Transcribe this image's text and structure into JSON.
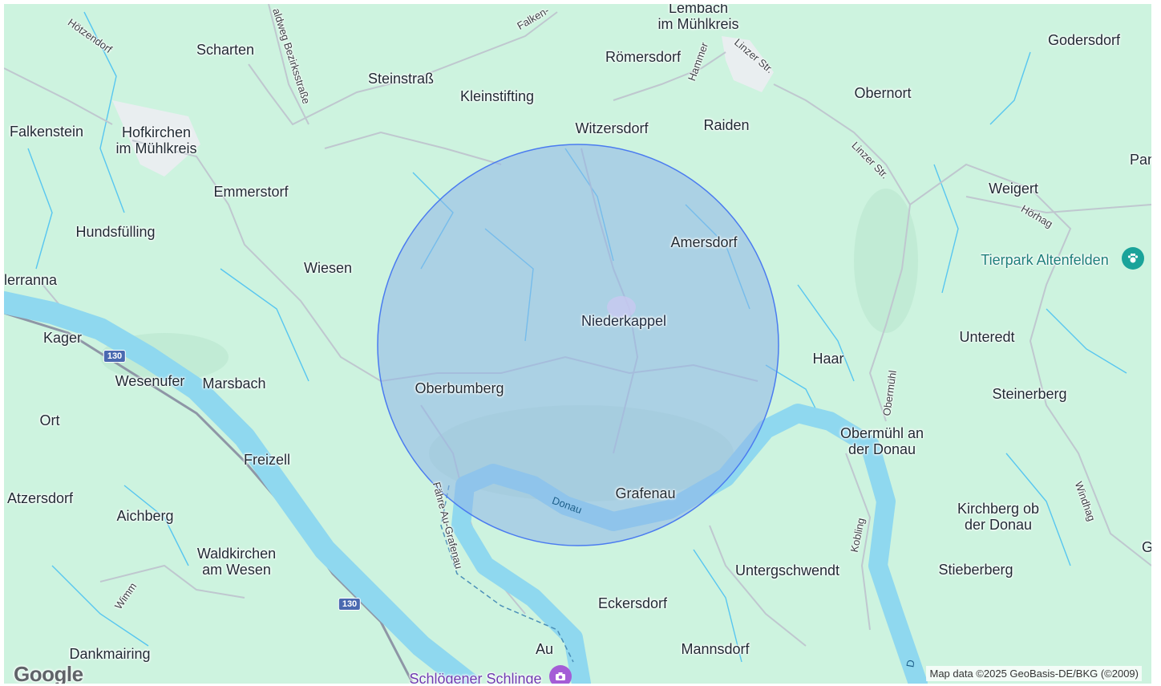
{
  "map": {
    "places": [
      {
        "id": "lembach",
        "name": "Lembach\nim Mühlkreis"
      },
      {
        "id": "godersdorf",
        "name": "Godersdorf"
      },
      {
        "id": "scharten",
        "name": "Scharten"
      },
      {
        "id": "roemersdorf",
        "name": "Römersdorf"
      },
      {
        "id": "steinstrass",
        "name": "Steinstraß"
      },
      {
        "id": "kleinstifting",
        "name": "Kleinstifting"
      },
      {
        "id": "obernort",
        "name": "Obernort"
      },
      {
        "id": "falkenstein",
        "name": "Falkenstein"
      },
      {
        "id": "hofkirchen",
        "name": "Hofkirchen\nim Mühlkreis"
      },
      {
        "id": "witzersdorf",
        "name": "Witzersdorf"
      },
      {
        "id": "raiden",
        "name": "Raiden"
      },
      {
        "id": "pan",
        "name": "Pan"
      },
      {
        "id": "emmerstorf",
        "name": "Emmerstorf"
      },
      {
        "id": "weigert",
        "name": "Weigert"
      },
      {
        "id": "hundsfuelling",
        "name": "Hundsfülling"
      },
      {
        "id": "amersdorf",
        "name": "Amersdorf"
      },
      {
        "id": "wiesen",
        "name": "Wiesen"
      },
      {
        "id": "erranna",
        "name": "lerranna"
      },
      {
        "id": "niederkappel",
        "name": "Niederkappel"
      },
      {
        "id": "unteredt",
        "name": "Unteredt"
      },
      {
        "id": "kager",
        "name": "Kager"
      },
      {
        "id": "haar",
        "name": "Haar"
      },
      {
        "id": "wesenufer",
        "name": "Wesenufer"
      },
      {
        "id": "marsbach",
        "name": "Marsbach"
      },
      {
        "id": "oberbumberg",
        "name": "Oberbumberg"
      },
      {
        "id": "steinerberg",
        "name": "Steinerberg"
      },
      {
        "id": "ort",
        "name": "Ort"
      },
      {
        "id": "obermuehl",
        "name": "Obermühl an\nder Donau"
      },
      {
        "id": "freizell",
        "name": "Freizell"
      },
      {
        "id": "grafenau",
        "name": "Grafenau"
      },
      {
        "id": "atzersdorf",
        "name": "Atzersdorf"
      },
      {
        "id": "aichberg",
        "name": "Aichberg"
      },
      {
        "id": "kirchberg",
        "name": "Kirchberg ob\nder Donau"
      },
      {
        "id": "waldkirchen",
        "name": "Waldkirchen\nam Wesen"
      },
      {
        "id": "g",
        "name": "G"
      },
      {
        "id": "untergschwendt",
        "name": "Untergschwendt"
      },
      {
        "id": "stieberberg",
        "name": "Stieberberg"
      },
      {
        "id": "eckersdorf",
        "name": "Eckersdorf"
      },
      {
        "id": "dankmairing",
        "name": "Dankmairing"
      },
      {
        "id": "au",
        "name": "Au"
      },
      {
        "id": "mannsdorf",
        "name": "Mannsdorf"
      }
    ],
    "roads": [
      {
        "id": "hoetzendorf",
        "name": "Hötzendorf"
      },
      {
        "id": "falken",
        "name": "Falken-"
      },
      {
        "id": "waldweg",
        "name": "aldweg Bezirksstraße"
      },
      {
        "id": "hammer",
        "name": "Hammer"
      },
      {
        "id": "linzer1",
        "name": "Linzer Str."
      },
      {
        "id": "linzer2",
        "name": "Linzer Str."
      },
      {
        "id": "hoerhag",
        "name": "Hörhag"
      },
      {
        "id": "obermuehlroad",
        "name": "Obermühl"
      },
      {
        "id": "kobling",
        "name": "Kobling"
      },
      {
        "id": "windhag",
        "name": "Windhag"
      },
      {
        "id": "wimm",
        "name": "Wimm"
      },
      {
        "id": "faehre",
        "name": "Fähre Au-Grafenau"
      }
    ],
    "water": [
      {
        "id": "donau",
        "name": "Donau"
      },
      {
        "id": "donau_se",
        "name": "D"
      }
    ],
    "shields": [
      {
        "id": "r130a",
        "label": "130"
      },
      {
        "id": "r130b",
        "label": "130"
      }
    ],
    "pois": [
      {
        "id": "tierpark",
        "name": "Tierpark Altenfelden",
        "icon": "paw-icon",
        "color": "#1aa39a"
      },
      {
        "id": "schloegener",
        "name": "Schlögener Schlinge",
        "icon": "camera-icon",
        "color": "#a45cd6"
      }
    ],
    "radius_circle": {
      "fill": "#8fb4e8",
      "stroke": "#4a7bf0"
    },
    "colors": {
      "land": "#cdf3df",
      "river": "#8fd8ef",
      "road": "#c6cdd6",
      "stream": "#57c6f0"
    }
  },
  "branding": {
    "logo": "Google"
  },
  "attribution": "Map data ©2025 GeoBasis-DE/BKG (©2009)"
}
